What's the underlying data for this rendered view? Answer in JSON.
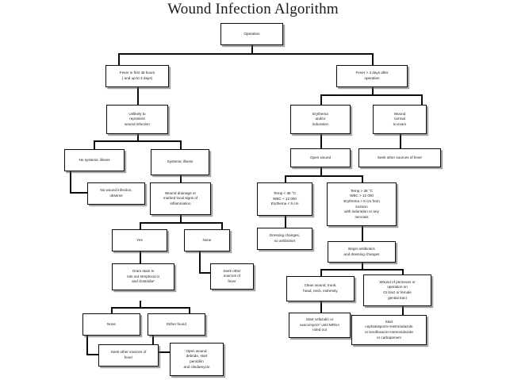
{
  "title": "Wound Infection Algorithm",
  "colors": {
    "line": "#0d0d0d",
    "box_border": "#0d0d0d",
    "background": "#ffffff",
    "text": "#1a1a1a"
  },
  "nodes": {
    "operation": "Operation",
    "fever_early": "Fever in first 48 hours\n( and up to 4 days)",
    "fever_late": "Fever > 4 days after\noperation",
    "unlikely": "Unlikely to\nrepresent\nwound infection",
    "no_systemic": "No systemic illness",
    "systemic": "Systemic illness",
    "no_wound_infection": "No wound infection,\nobserve",
    "wound_drainage": "Wound drainage or\nmarked local signs of\ninflammation",
    "yes": "Yes",
    "none_mid": "None",
    "gram_stain": "Gram stain to\nrule out streptococci\nand clostridia*",
    "seek_other_mid": "Seek other\nsources of\nfever",
    "none_bottom": "None",
    "either_found": "Either found",
    "seek_other_bottom": "Seek other sources of\nfever",
    "open_wound_debride": "Open wound,\ndebride, start\npenicillin\nand clindamycin",
    "erythema_induration": "Erythema\nand/or\ninduration",
    "wound_normal": "Wound\nnormal\nto exam",
    "open_wound": "Open wound",
    "seek_other_right": "Seek other sources of fever",
    "temp_low": "Temp < 38 °C\nWBC < 12 000\nErythema < 5 cm",
    "temp_high": "Temp > 38 °C\nWBC > 12 000\nErythema > 5 cm from\nincision\nwith induration or any\nnecrosis",
    "dressing_changes": "Dressing changes,\nno antibiotics",
    "begin_antibiotics": "Begin antibiotics\nand dressing changes",
    "clean_wound": "Clean wound, trunk,\nhead, neck, extremity",
    "wound_perineum": "Wound of perineum or\noperation on\nGI tract or female\ngenital tract",
    "start_cefazolin": "Start cefazolin or\nvancomycin* until MRSA\nruled out",
    "start_cephalosporin": "Start\ncephalosporin+metronidazole\nor levofloxacin+metronidazole\nor carbapenem"
  }
}
